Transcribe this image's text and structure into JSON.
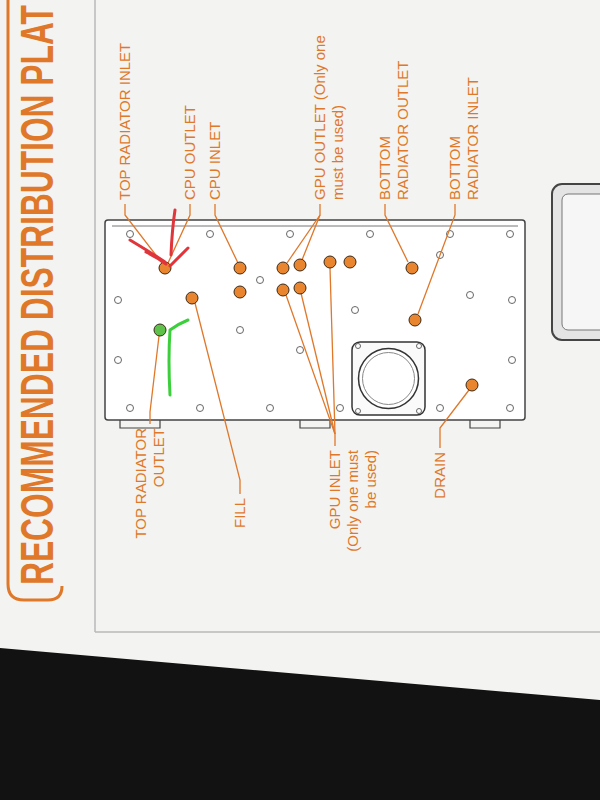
{
  "diagram": {
    "title": "RECOMMENDED DISTRIBUTION PLAT",
    "labels": [
      "TOP RADIATOR INLET",
      "CPU OUTLET",
      "CPU INLET",
      "GPU OUTLET (Only one must be used)",
      "BOTTOM RADIATOR OUTLET",
      "BOTTOM RADIATOR INLET",
      "TOP RADIATOR OUTLET",
      "FILL",
      "GPU INLET (Only one must be used)",
      "DRAIN"
    ]
  }
}
